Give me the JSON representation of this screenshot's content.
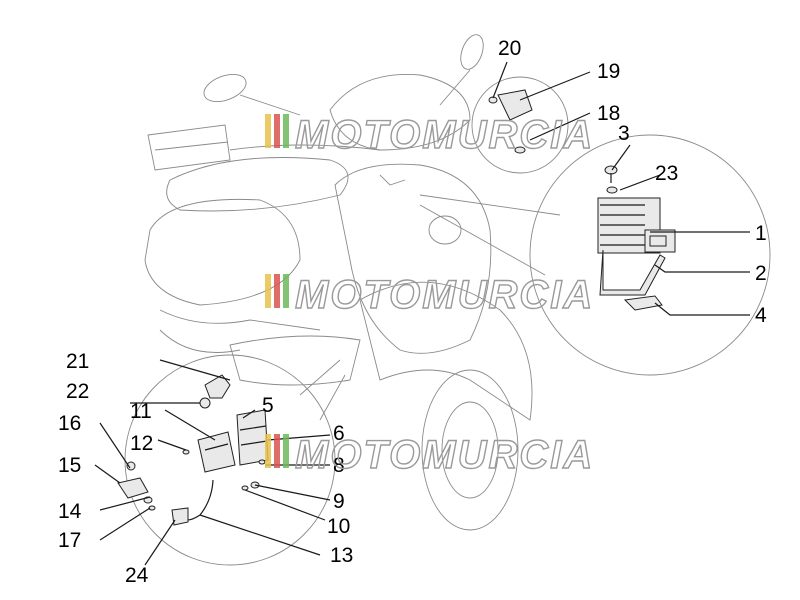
{
  "watermark": {
    "text": "MOTOMURCIA",
    "colors": [
      "#e8c24a",
      "#d9534f",
      "#6cb85c"
    ]
  },
  "callouts": [
    {
      "id": "1",
      "text": "1"
    },
    {
      "id": "2",
      "text": "2"
    },
    {
      "id": "3",
      "text": "3"
    },
    {
      "id": "4",
      "text": "4"
    },
    {
      "id": "5",
      "text": "5"
    },
    {
      "id": "6",
      "text": "6"
    },
    {
      "id": "8",
      "text": "8"
    },
    {
      "id": "9",
      "text": "9"
    },
    {
      "id": "10",
      "text": "10"
    },
    {
      "id": "11",
      "text": "11"
    },
    {
      "id": "12",
      "text": "12"
    },
    {
      "id": "13",
      "text": "13"
    },
    {
      "id": "14",
      "text": "14"
    },
    {
      "id": "15",
      "text": "15"
    },
    {
      "id": "16",
      "text": "16"
    },
    {
      "id": "17",
      "text": "17"
    },
    {
      "id": "18",
      "text": "18"
    },
    {
      "id": "19",
      "text": "19"
    },
    {
      "id": "20",
      "text": "20"
    },
    {
      "id": "21",
      "text": "21"
    },
    {
      "id": "22",
      "text": "22"
    },
    {
      "id": "23",
      "text": "23"
    },
    {
      "id": "24",
      "text": "24"
    }
  ]
}
